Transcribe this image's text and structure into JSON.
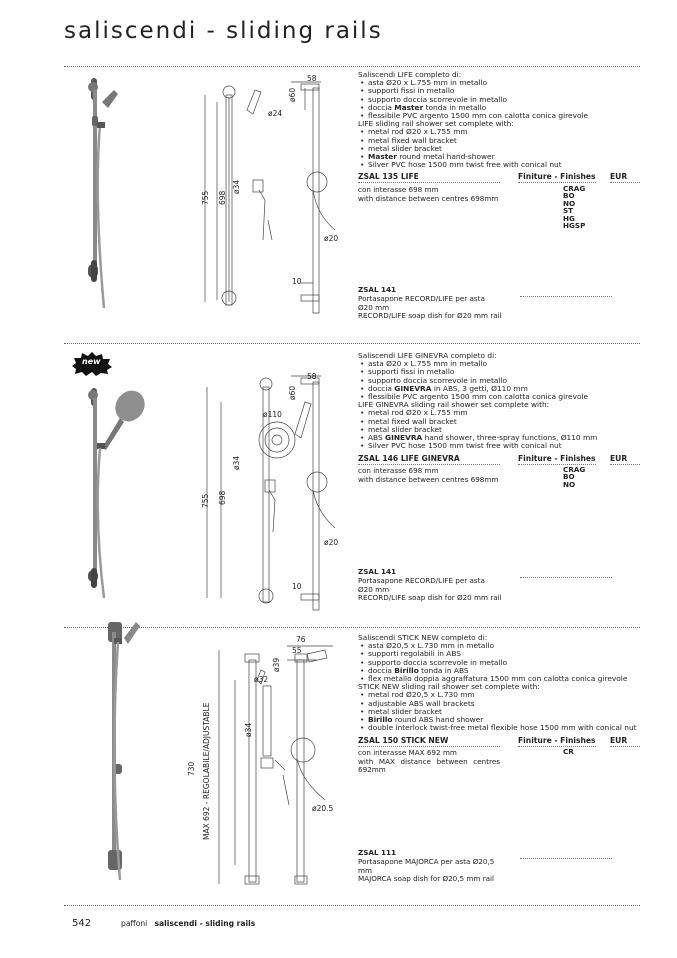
{
  "page": {
    "title": "saliscendi - sliding rails",
    "page_number": "542",
    "footer_brand": "paffoni",
    "footer_section": "saliscendi - sliding rails",
    "new_badge": "new"
  },
  "products": [
    {
      "desc_it_title": "Saliscendi LIFE completo di:",
      "desc_it_items": [
        "asta Ø20 x L.755 mm in metallo",
        "supporti fissi in metallo",
        "supporto doccia scorrevole in metallo",
        "doccia |Master| tonda in metallo",
        "flessibile PVC argento 1500 mm con calotta conica girevole"
      ],
      "desc_en_title": "LIFE sliding rail shower set complete with:",
      "desc_en_items": [
        "metal rod Ø20 x L.755 mm",
        "metal fixed wall bracket",
        "metal slider bracket",
        "|Master| round metal hand-shower",
        "Silver PVC hose 1500 mm twist free with conical nut"
      ],
      "code": "ZSAL 135   LIFE",
      "finishes_header": "Finiture - Finishes",
      "eur_header": "EUR",
      "note_it": "con interasse 698 mm",
      "note_en": "with distance between centres 698mm",
      "finishes": [
        "CRAG",
        "BO",
        "NO",
        "ST",
        "HG",
        "HGSP"
      ],
      "accessory_code": "ZSAL 141",
      "accessory_it": "Portasapone RECORD/LIFE per asta Ø20 mm",
      "accessory_en": "RECORD/LIFE soap dish for Ø20 mm rail",
      "dims": {
        "d_top": "58",
        "d60": "ø60",
        "d24": "ø24",
        "d34": "ø34",
        "d20": "ø20",
        "h755": "755",
        "h698": "698",
        "d10": "10"
      }
    },
    {
      "desc_it_title": "Saliscendi LIFE GINEVRA completo di:",
      "desc_it_items": [
        "asta Ø20 x L.755 mm in metallo",
        "supporti fissi in metallo",
        "supporto doccia scorrevole in metallo",
        "doccia |GINEVRA| in ABS, 3 getti, Ø110 mm",
        "flessibile PVC argento 1500 mm con calotta conica girevole"
      ],
      "desc_en_title": "LIFE GINEVRA sliding rail shower set complete with:",
      "desc_en_items": [
        "metal rod Ø20 x L.755 mm",
        "metal fixed wall bracket",
        "metal slider bracket",
        "ABS |GINEVRA| hand shower, three-spray functions, Ø110 mm",
        "Silver PVC hose 1500 mm twist free with conical nut"
      ],
      "code": "ZSAL 146   LIFE GINEVRA",
      "finishes_header": "Finiture - Finishes",
      "eur_header": "EUR",
      "note_it": "con interasse 698 mm",
      "note_en": "with distance between centres 698mm",
      "finishes": [
        "CRAG",
        "BO",
        "NO"
      ],
      "accessory_code": "ZSAL 141",
      "accessory_it": "Portasapone RECORD/LIFE per asta Ø20 mm",
      "accessory_en": "RECORD/LIFE soap dish for Ø20 mm rail",
      "dims": {
        "d_top": "58",
        "d60": "ø60",
        "d110": "ø110",
        "d34": "ø34",
        "d20": "ø20",
        "h755": "755",
        "h698": "698",
        "d10": "10"
      }
    },
    {
      "desc_it_title": "Saliscendi STICK NEW completo di:",
      "desc_it_items": [
        "asta Ø20,5 x L.730 mm in metallo",
        "supporti regolabili in ABS",
        "supporto doccia scorrevole in metallo",
        "doccia |Birillo| tonda in ABS",
        "flex metallo doppia aggraffatura 1500 mm con calotta conica girevole"
      ],
      "desc_en_title": "STICK NEW sliding rail shower set complete with:",
      "desc_en_items": [
        "metal rod Ø20,5 x L.730 mm",
        "adjustable ABS wall brackets",
        "metal slider bracket",
        "|Birillo| round ABS hand shower",
        "double interlock twist-free metal flexible hose 1500 mm with conical nut"
      ],
      "code": "ZSAL 150   STICK NEW",
      "finishes_header": "Finiture - Finishes",
      "eur_header": "EUR",
      "note_it": "con interasse MAX 692 mm",
      "note_en": "with MAX distance between centres 692mm",
      "finishes": [
        "CR"
      ],
      "accessory_code": "ZSAL 111",
      "accessory_it": "Portasapone MAJORCA per asta Ø20,5 mm",
      "accessory_en": "MAJORCA soap dish for Ø20,5 mm rail",
      "dims": {
        "d76": "76",
        "d55": "55",
        "d39": "ø39",
        "d32": "ø32",
        "d34": "ø34",
        "d205": "ø20.5",
        "h730": "730",
        "hmax": "MAX 692 - REGOLABILE/ADJUSTABLE"
      }
    }
  ]
}
